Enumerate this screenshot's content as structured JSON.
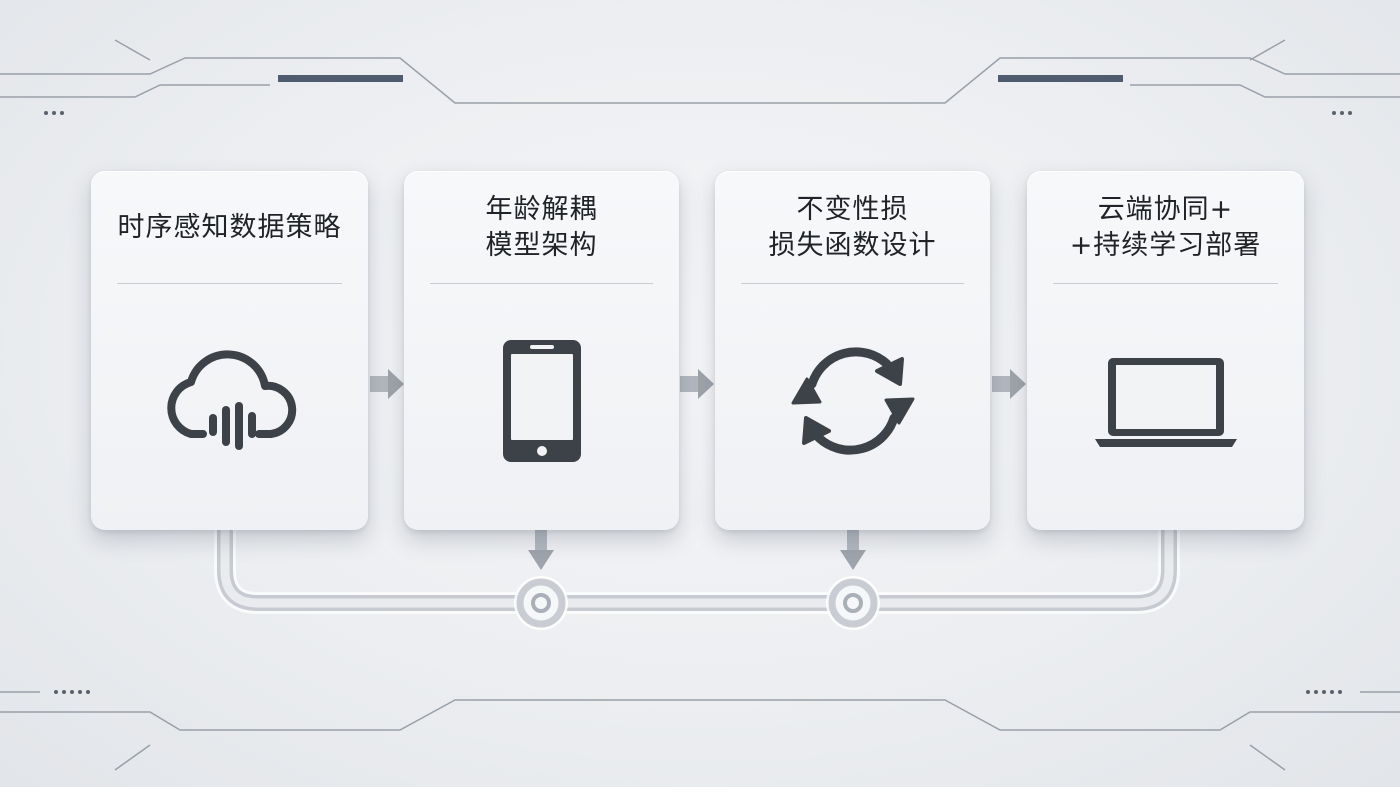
{
  "steps": [
    {
      "id": "step-1",
      "lines": [
        "时序感知数据策略"
      ],
      "icon": "cloud-audio-icon"
    },
    {
      "id": "step-2",
      "lines": [
        "年龄解耦",
        "模型架构"
      ],
      "icon": "smartphone-icon"
    },
    {
      "id": "step-3",
      "lines": [
        "不变性损",
        "损失函数设计"
      ],
      "icon": "refresh-cycle-icon"
    },
    {
      "id": "step-4",
      "lines": [
        "云端协同+",
        "+持续学习部署"
      ],
      "icon": "laptop-icon"
    }
  ],
  "colors": {
    "icon": "#3d4249",
    "connector": "#9ea4ab",
    "circuit": "#8e949c",
    "accent": "#4f5b6e"
  }
}
